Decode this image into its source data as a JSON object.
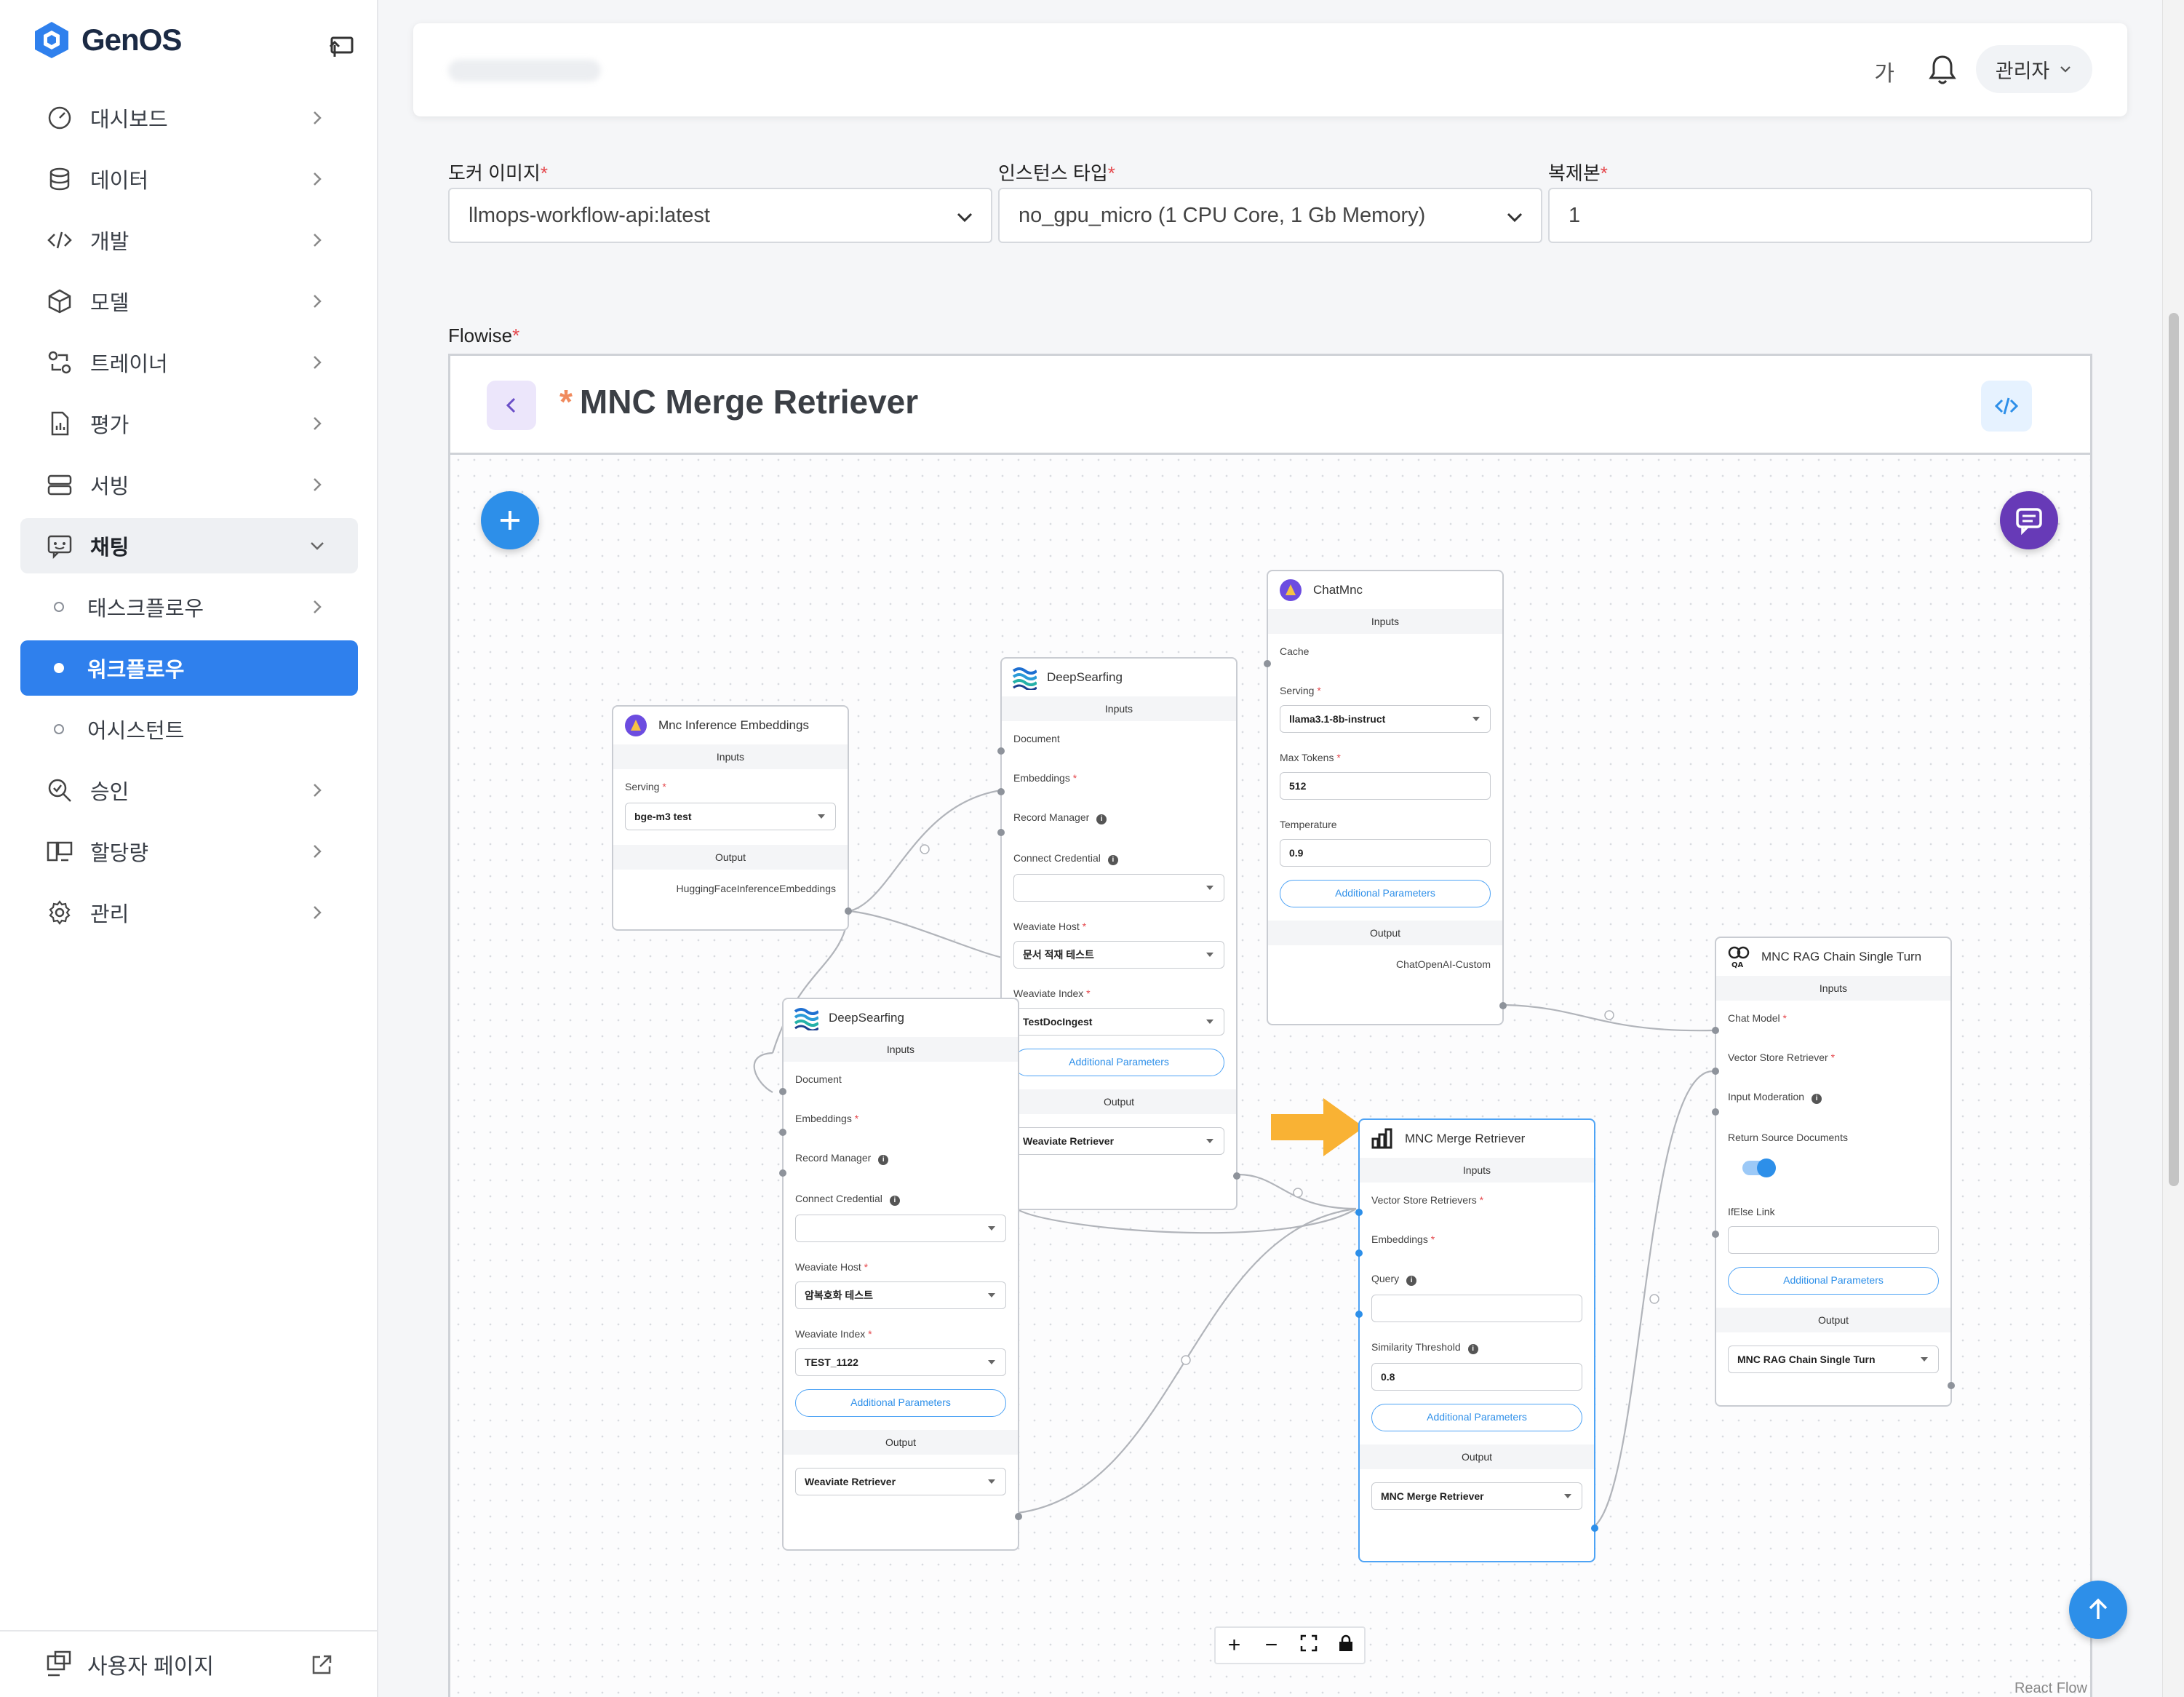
{
  "brand": {
    "name": "GenOS",
    "color": "#2f80ed"
  },
  "sidebar": {
    "items": [
      {
        "label": "대시보드",
        "icon": "gauge-icon"
      },
      {
        "label": "데이터",
        "icon": "database-icon"
      },
      {
        "label": "개발",
        "icon": "code-icon"
      },
      {
        "label": "모델",
        "icon": "cube-icon"
      },
      {
        "label": "트레이너",
        "icon": "trainer-icon"
      },
      {
        "label": "평가",
        "icon": "report-icon"
      },
      {
        "label": "서빙",
        "icon": "server-icon"
      },
      {
        "label": "채팅",
        "icon": "chat-icon"
      },
      {
        "label": "태스크플로우"
      },
      {
        "label": "워크플로우"
      },
      {
        "label": "어시스턴트"
      },
      {
        "label": "승인",
        "icon": "search-check-icon"
      },
      {
        "label": "할당량",
        "icon": "quota-icon"
      },
      {
        "label": "관리",
        "icon": "gear-icon"
      }
    ],
    "footer_label": "사용자 페이지"
  },
  "topbar": {
    "font_toggle": "가",
    "user_menu": "관리자"
  },
  "form": {
    "docker_image": {
      "label": "도커 이미지",
      "value": "llmops-workflow-api:latest"
    },
    "instance_type": {
      "label": "인스턴스 타입",
      "value": "no_gpu_micro (1 CPU Core, 1 Gb Memory)"
    },
    "replicas": {
      "label": "복제본",
      "value": "1"
    },
    "flowise_label": "Flowise",
    "required_mark": "*"
  },
  "flow": {
    "title": "MNC Merge Retriever",
    "title_star": "*",
    "attribution": "React Flow",
    "nodes": {
      "embeddings": {
        "title": "Mnc Inference Embeddings",
        "inputs": "Inputs",
        "serving_label": "Serving",
        "serving": "bge-m3 test",
        "output": "Output",
        "output_value": "HuggingFaceInferenceEmbeddings"
      },
      "deep1": {
        "title": "DeepSearfing",
        "inputs": "Inputs",
        "document": "Document",
        "embeddings": "Embeddings",
        "record_manager": "Record Manager",
        "credential": "Connect Credential",
        "host_label": "Weaviate Host",
        "host": "문서 적재 테스트",
        "index_label": "Weaviate Index",
        "index": "TestDocIngest",
        "additional": "Additional Parameters",
        "output": "Output",
        "output_value": "Weaviate Retriever"
      },
      "deep2": {
        "title": "DeepSearfing",
        "inputs": "Inputs",
        "document": "Document",
        "embeddings": "Embeddings",
        "record_manager": "Record Manager",
        "credential": "Connect Credential",
        "host_label": "Weaviate Host",
        "host": "암복호화 테스트",
        "index_label": "Weaviate Index",
        "index": "TEST_1122",
        "additional": "Additional Parameters",
        "output": "Output",
        "output_value": "Weaviate Retriever"
      },
      "chat": {
        "title": "ChatMnc",
        "inputs": "Inputs",
        "cache": "Cache",
        "serving_label": "Serving",
        "serving": "llama3.1-8b-instruct",
        "max_tokens_label": "Max Tokens",
        "max_tokens": "512",
        "temperature_label": "Temperature",
        "temperature": "0.9",
        "additional": "Additional Parameters",
        "output": "Output",
        "output_value": "ChatOpenAI-Custom"
      },
      "merge": {
        "title": "MNC Merge Retriever",
        "inputs": "Inputs",
        "vsr": "Vector Store Retrievers",
        "embeddings": "Embeddings",
        "query": "Query",
        "similarity_label": "Similarity Threshold",
        "similarity": "0.8",
        "additional": "Additional Parameters",
        "output": "Output",
        "output_value": "MNC Merge Retriever"
      },
      "rag": {
        "title": "MNC RAG Chain Single Turn",
        "inputs": "Inputs",
        "chat_model": "Chat Model",
        "vsr": "Vector Store Retriever",
        "moderation": "Input Moderation",
        "return_source": "Return Source Documents",
        "ifelse": "IfElse Link",
        "additional": "Additional Parameters",
        "output": "Output",
        "output_value": "MNC RAG Chain Single Turn"
      }
    }
  }
}
